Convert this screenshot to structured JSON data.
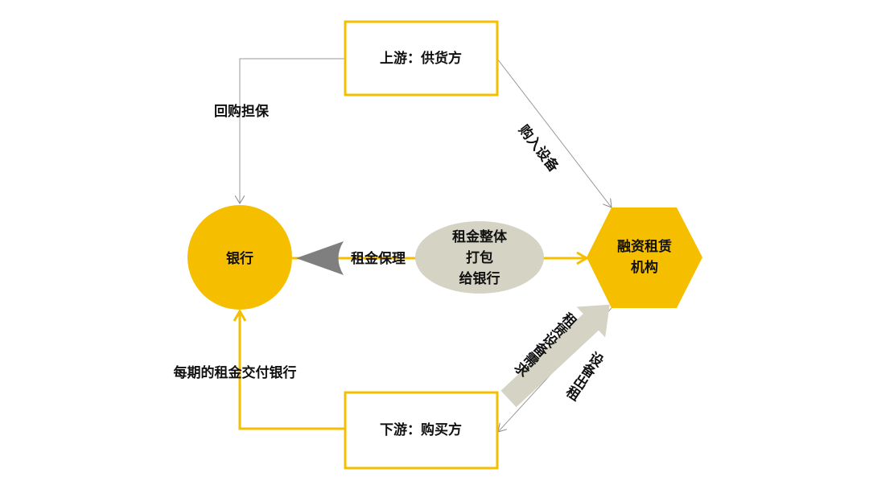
{
  "nodes": {
    "supplier": "上游：供货方",
    "buyer": "下游：购买方",
    "bank": "银行",
    "lessor_line1": "融资租赁",
    "lessor_line2": "机构",
    "package_line1": "租金整体",
    "package_line2": "打包",
    "package_line3": "给银行"
  },
  "edges": {
    "buyback_guarantee": "回购担保",
    "purchase_equipment": "购入设备",
    "rent_factoring": "租金保理",
    "periodic_rent": "每期的租金交付银行",
    "equipment_lease": "设备出租",
    "lease_demand": "租赁设备需求"
  },
  "colors": {
    "yellow": "#F5BF00",
    "gray": "#7F7F7F",
    "ellipse": "#D4D3C4"
  }
}
